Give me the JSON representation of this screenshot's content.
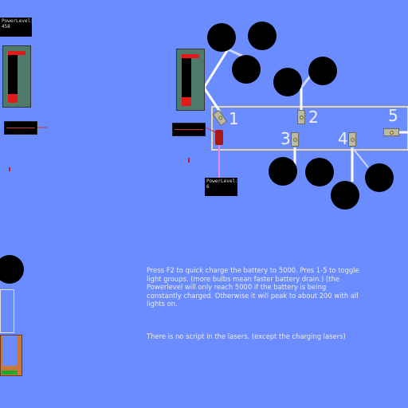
{
  "hud": {
    "power_label": "PowerLevel:",
    "main_power_value": "458",
    "second_power_value": "6"
  },
  "light_groups": [
    "1",
    "2",
    "3",
    "4",
    "5"
  ],
  "instructions": {
    "line1": "Press F2 to quick charge the battery to 5000. Pres 1-5 to toggle light groups. (more bulbs mean faster battery drain.) (the Powerlevel will only reach 5000 if the battery is being constantly charged. Otherwise it will peak to about 200 with all lights on.",
    "line2": "There is no script in the lasers. (except the charging lasers)"
  },
  "colors": {
    "background": "#6b8cff",
    "battery_frame": "#4f7a6a",
    "battery_level": "#e21a1a",
    "wire": "#ffffff",
    "charging_laser": "#ee88ff",
    "panel_border": "#e8d8a8"
  },
  "icons": [
    "light-bulb-icon",
    "battery-icon",
    "laser-emitter-icon",
    "switch-icon"
  ]
}
